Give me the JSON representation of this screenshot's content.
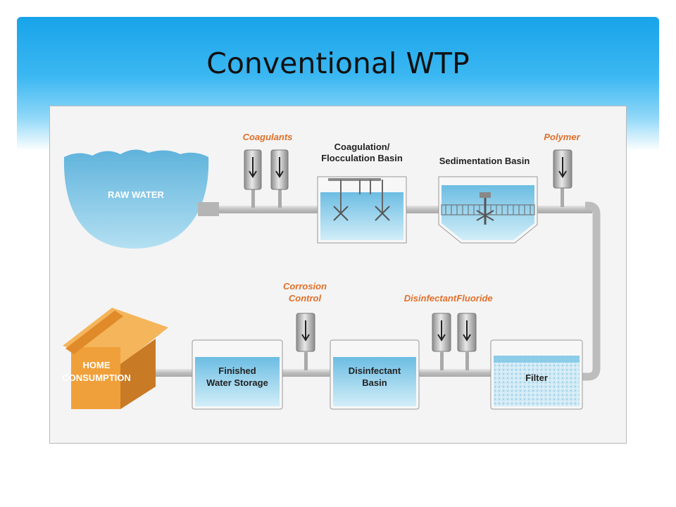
{
  "title": "Conventional WTP",
  "diagram": {
    "raw_water": "RAW WATER",
    "coagulants": "Coagulants",
    "coag_basin_line1": "Coagulation/",
    "coag_basin_line2": "Flocculation Basin",
    "sedimentation_basin": "Sedimentation Basin",
    "polymer": "Polymer",
    "corrosion_line1": "Corrosion",
    "corrosion_line2": "Control",
    "disinfectant": "Disinfectant",
    "fluoride": "Fluoride",
    "home_line1": "HOME",
    "home_line2": "CONSUMPTION",
    "storage_line1": "Finished",
    "storage_line2": "Water Storage",
    "disinf_basin_line1": "Disinfectant",
    "disinf_basin_line2": "Basin",
    "filter": "Filter"
  },
  "colors": {
    "header_blue": "#18a3ea",
    "water": "#7cc6e6",
    "pipe": "#c7c7c7",
    "label_orange": "#e0702a",
    "house": "#f0a03a"
  }
}
